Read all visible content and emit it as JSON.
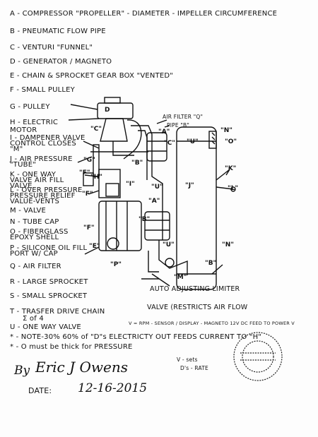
{
  "legend": [
    "A - COMPRESSOR \"PROPELLER\" - DIAMETER - IMPELLER CIRCUMFERENCE",
    "B - PNEUMATIC FLOW PIPE",
    "C - VENTURI \"FUNNEL\"",
    "D - GENERATOR / MAGNETO",
    "E - CHAIN & SPROCKET GEAR BOX \"VENTED\"",
    "F - SMALL PULLEY",
    "G - PULLEY",
    "H - ELECTRIC MOTOR",
    "I - DAMPENER VALVE CONTROL CLOSES \"M\"",
    "J - AIR PRESSURE \"TUBE\"",
    "K - ONE WAY VALVE AIR FILL VALVE",
    "L - OVER PRESSURE PRESSURE RELIEF VALUE-VENTS",
    "M - VALVE",
    "N - TUBE CAP",
    "O - FIBERGLASS EPOXY SHELL",
    "P - SILICONE OIL FILL PORT W/ CAP",
    "Q - AIR FILTER",
    "R - LARGE SPROCKET",
    "S - SMALL SPROCKET",
    "T - TRASFER DRIVE CHAIN",
    "U - ONE WAY VALVE"
  ],
  "notes": {
    "t_sub": "Σ of 4",
    "note1": "* - NOTE-30% 60% of \"D\"s ELECTRICTY OUT FEEDS CURRENT TO \"H\"",
    "note2": "* - O must be thick for PRESSURE",
    "v_eq": "V = RPM - SENSOR / DISPLAY - MAGNETO 12V DC FEED TO POWER V",
    "limiter": "AUTO ADJUSTING LIMITER",
    "valve_restrict": "VALVE (RESTRICTS AIR FLOW",
    "air_filter": "AIR FILTER \"Q\"",
    "pipe_b": "PIPE \"B\"",
    "v_sets": "V - sets",
    "d_rate": "D's - RATE"
  },
  "signature": {
    "by": "By",
    "name": "Eric J Owens",
    "date_label": "DATE:",
    "date_value": "12-16-2015"
  },
  "diagram_labels": {
    "d": "D",
    "c": "\"C\"",
    "a1": "\"A\"",
    "c2": "\"C\"",
    "u1": "\"U\"",
    "n1": "\"N\"",
    "o": "\"O\"",
    "g": "\"G\"",
    "b1": "\"B\"",
    "h": "\"H\"",
    "f1": "\"F\"",
    "i": "\"I\"",
    "f2": "\"F\"",
    "j": "\"J\"",
    "u2": "\"U\"",
    "k": "\"K\"",
    "l": "\"L\"",
    "a2": "\"A\"",
    "b2": "\"B\"",
    "f3": "\"F\"",
    "u3": "\"U\"",
    "n2": "\"N\"",
    "e": "\"E\"",
    "p": "\"P\"",
    "b3": "\"B\"",
    "m": "\"M\""
  }
}
